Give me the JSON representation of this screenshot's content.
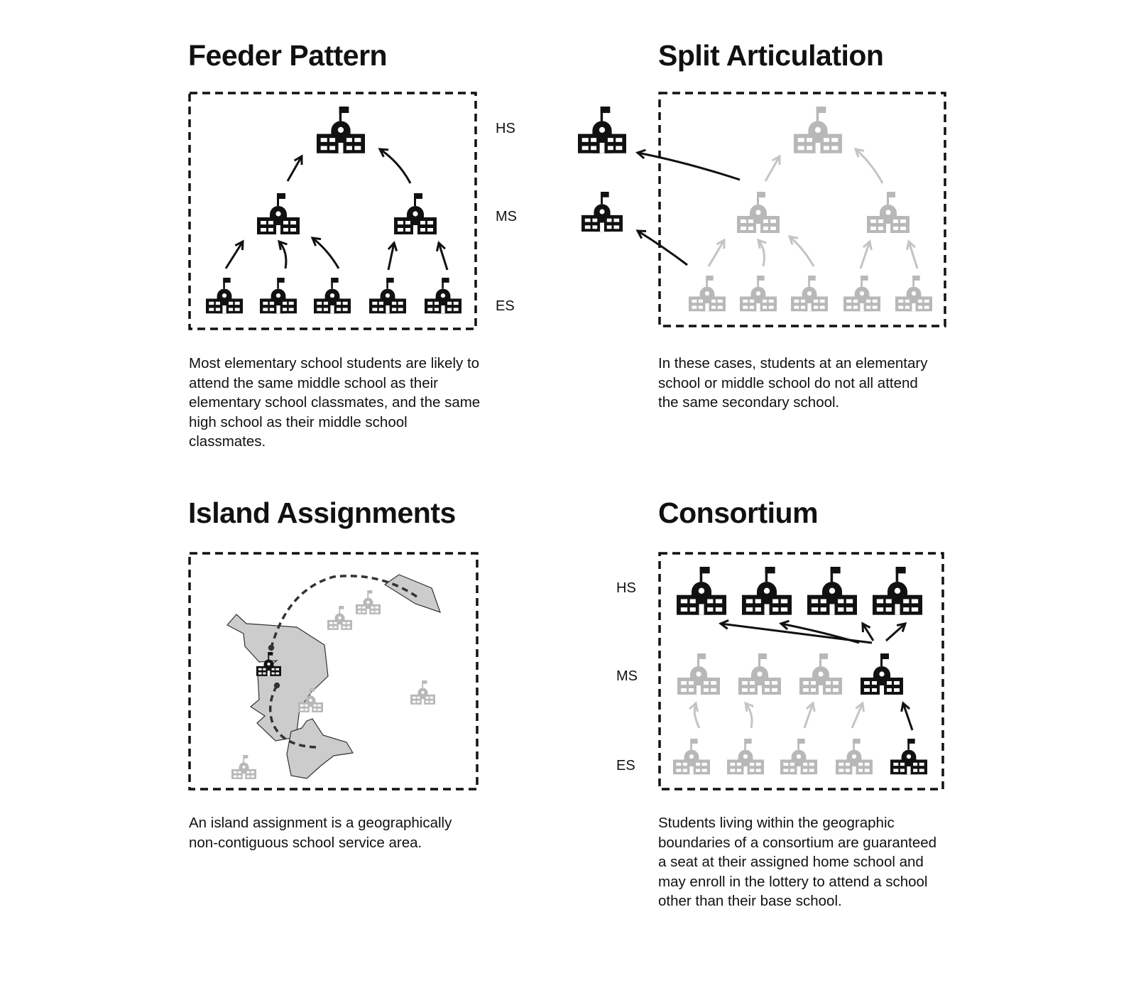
{
  "colors": {
    "active": "#111111",
    "inactive": "#b8b8b8",
    "region_fill": "#cccccc",
    "route": "#333333"
  },
  "panels": {
    "feeder": {
      "title": "Feeder Pattern",
      "levels": [
        "HS",
        "MS",
        "ES"
      ],
      "description": "Most elementary school students are likely to attend the same middle school as their elementary school classmates, and the same high school as their middle school classmates."
    },
    "split": {
      "title": "Split Articulation",
      "description": "In these cases, students at an elementary school or middle school do not all attend the same secondary school."
    },
    "island": {
      "title": "Island Assignments",
      "description": "An island assignment is a geographically non-contiguous school service area."
    },
    "consortium": {
      "title": "Consortium",
      "levels": [
        "HS",
        "MS",
        "ES"
      ],
      "description": "Students living within the geographic boundaries of a consortium are guaranteed a seat at their assigned home school and may enroll in the lottery to attend a school other than their base school."
    }
  }
}
